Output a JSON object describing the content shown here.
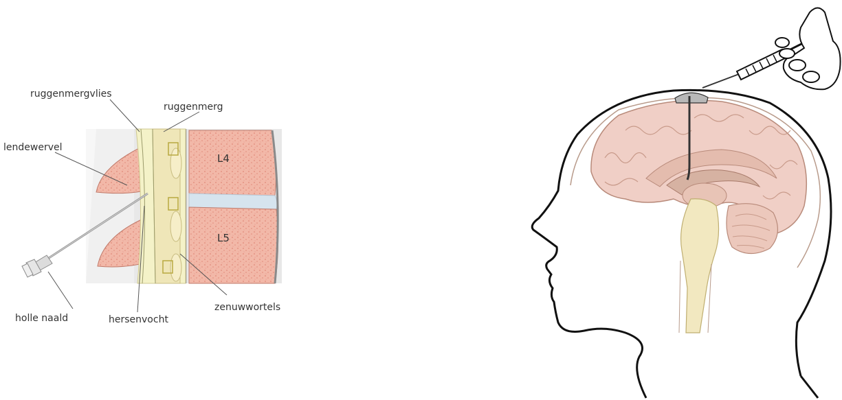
{
  "spine_diagram": {
    "labels": {
      "dura": "ruggenmergvlies",
      "spinal_cord": "ruggenmerg",
      "lumbar_vertebra": "lendewervel",
      "l4": "L4",
      "l5": "L5",
      "hollow_needle": "holle naald",
      "csf": "hersenvocht",
      "nerve_roots": "zenuwwortels"
    },
    "colors": {
      "bone": "#f2b8a8",
      "bone_speckle": "#e08878",
      "disc": "#d6e4ee",
      "cord": "#efe6b8",
      "dura": "#f4f2c8",
      "soft_tissue": "#e6e6e6",
      "outline": "#7a7a7a"
    }
  },
  "head_diagram": {
    "colors": {
      "brain": "#f0cfc6",
      "brain_inner": "#e4bcae",
      "ventricle": "#d6b2a2",
      "brainstem": "#f2e8c0",
      "outline": "#111111"
    }
  }
}
